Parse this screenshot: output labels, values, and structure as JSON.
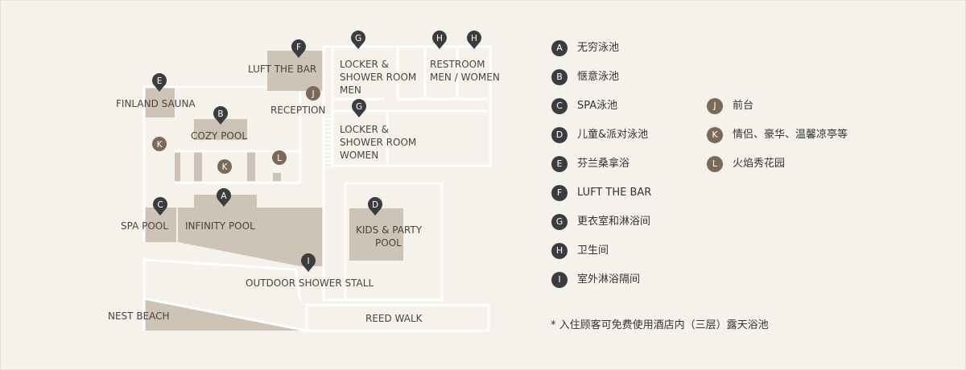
{
  "map": {
    "labels": {
      "luft_the_bar": "LUFT THE BAR",
      "finland_sauna": "FINLAND SAUNA",
      "reception": "RECEPTION",
      "cozy_pool": "COZY POOL",
      "locker_men": [
        "LOCKER &",
        "SHOWER ROOM",
        "MEN"
      ],
      "restroom": [
        "RESTROOM",
        "MEN / WOMEN"
      ],
      "locker_women": [
        "LOCKER &",
        "SHOWER ROOM",
        "WOMEN"
      ],
      "spa_pool": "SPA POOL",
      "infinity_pool": "INFINITY POOL",
      "kids_party_pool": [
        "KIDS & PARTY",
        "POOL"
      ],
      "outdoor_shower_stall": "OUTDOOR SHOWER STALL",
      "nest_beach": "NEST BEACH",
      "reed_walk": "REED WALK"
    },
    "pins": [
      "F",
      "G",
      "H",
      "H",
      "E",
      "B",
      "J",
      "G",
      "K",
      "K",
      "L",
      "C",
      "A",
      "D",
      "I"
    ]
  },
  "legend": {
    "left": [
      {
        "key": "A",
        "label": "无穷泳池"
      },
      {
        "key": "B",
        "label": "惬意泳池"
      },
      {
        "key": "C",
        "label": "SPA泳池"
      },
      {
        "key": "D",
        "label": "儿童&派对泳池"
      },
      {
        "key": "E",
        "label": "芬兰桑拿浴"
      },
      {
        "key": "F",
        "label": "LUFT THE BAR"
      },
      {
        "key": "G",
        "label": "更衣室和淋浴间"
      },
      {
        "key": "H",
        "label": "卫生间"
      },
      {
        "key": "I",
        "label": "室外淋浴隔间"
      }
    ],
    "right": [
      {
        "key": "J",
        "label": "前台"
      },
      {
        "key": "K",
        "label": "情侣、豪华、温馨凉亭等"
      },
      {
        "key": "L",
        "label": "火焰秀花园"
      }
    ]
  },
  "note": "* 入住顾客可免费使用酒店内（三层）露天浴池",
  "colors": {
    "background": "#f5f2eb",
    "area": "#cdc3b7",
    "wall": "#ffffff",
    "pin_dark": "#3a3c3f",
    "pin_brown": "#7d6957",
    "text": "#333333",
    "map_text": "#48443f"
  }
}
